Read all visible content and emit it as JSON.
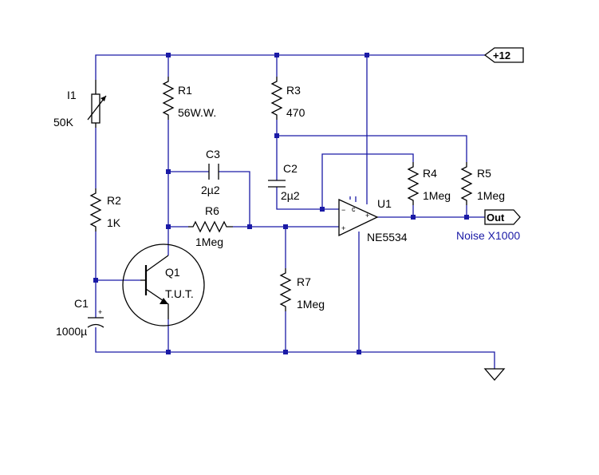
{
  "components": {
    "I1": {
      "ref": "I1",
      "value": "50K"
    },
    "R1": {
      "ref": "R1",
      "value": "56W.W."
    },
    "R2": {
      "ref": "R2",
      "value": "1K"
    },
    "R3": {
      "ref": "R3",
      "value": "470"
    },
    "R4": {
      "ref": "R4",
      "value": "1Meg"
    },
    "R5": {
      "ref": "R5",
      "value": "1Meg"
    },
    "R6": {
      "ref": "R6",
      "value": "1Meg"
    },
    "R7": {
      "ref": "R7",
      "value": "1Meg"
    },
    "C1": {
      "ref": "C1",
      "value": "1000µ"
    },
    "C2": {
      "ref": "C2",
      "value": "2µ2"
    },
    "C3": {
      "ref": "C3",
      "value": "2µ2"
    },
    "Q1": {
      "ref": "Q1",
      "value": "T.U.T."
    },
    "U1": {
      "ref": "U1",
      "value": "NE5534"
    }
  },
  "ports": {
    "supply": "+12",
    "output": "Out"
  },
  "pin_marks": {
    "minus": "−",
    "plus": "+",
    "comp": "c",
    "cap_plus": "+"
  },
  "note": "Noise X1000",
  "colors": {
    "wire": "#1a1aa6",
    "component": "#000000",
    "background": "#ffffff"
  }
}
